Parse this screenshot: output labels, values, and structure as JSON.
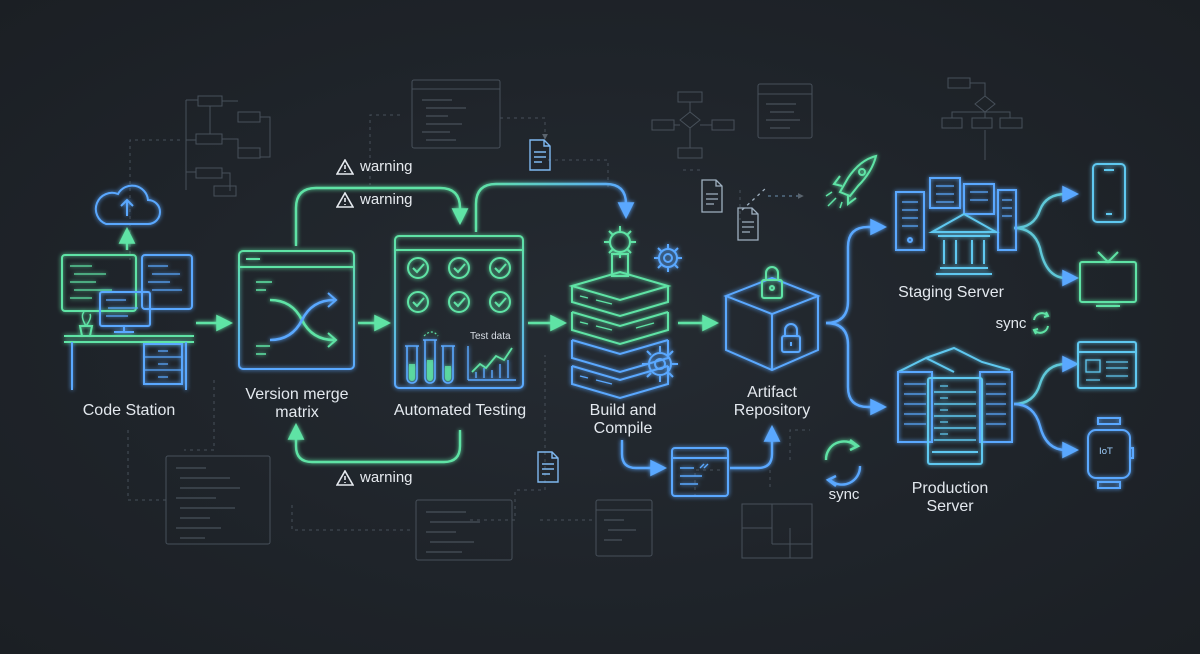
{
  "nodes": {
    "code_station": "Code Station",
    "version_merge": "Version merge\nmatrix",
    "automated_testing": "Automated Testing",
    "build_compile": "Build and\nCompile",
    "artifact_repository": "Artifact\nRepository",
    "staging_server": "Staging Server",
    "production_server": "Production\nServer"
  },
  "annotations": {
    "warning_top_1": "warning",
    "warning_top_2": "warning",
    "warning_bottom": "warning",
    "test_data": "Test data",
    "sync_right": "sync",
    "sync_bottom": "sync",
    "iot": "IoT"
  },
  "colors": {
    "green": "#5fe3a5",
    "blue": "#5aa8ff",
    "ghost": "#4a535d",
    "background": "#1e2329"
  }
}
